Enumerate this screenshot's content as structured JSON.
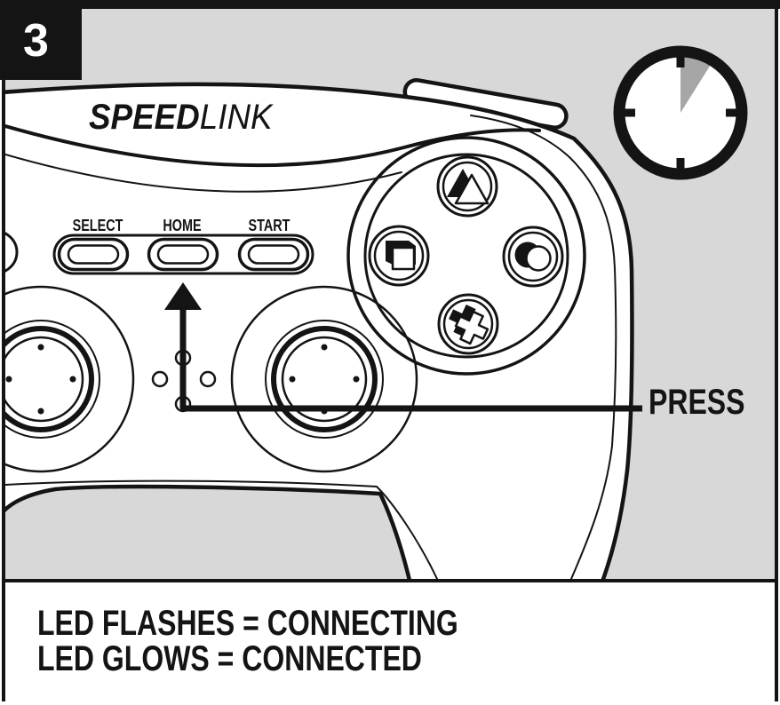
{
  "step_badge": {
    "number": "3"
  },
  "controller": {
    "brand_logo": {
      "bold_part": "SPEED",
      "light_part": "LINK"
    },
    "system_buttons": [
      {
        "label": "SELECT"
      },
      {
        "label": "HOME"
      },
      {
        "label": "START"
      }
    ],
    "face_button_icons": [
      "triangle-button-icon",
      "square-button-icon",
      "circle-button-icon",
      "cross-button-icon"
    ]
  },
  "annotation": {
    "press_label": "PRESS"
  },
  "caption": {
    "line1": "LED FLASHES = CONNECTING",
    "line2": "LED GLOWS = CONNECTED"
  },
  "icons": {
    "timer": "clock-icon",
    "arrow": "press-arrow-icon",
    "leds": "led-indicator-lights"
  },
  "colors": {
    "ink_black": "#141414",
    "background_gray": "#d8d8d8",
    "clock_wedge_gray": "#a6a6a6",
    "paper_white": "#ffffff"
  }
}
